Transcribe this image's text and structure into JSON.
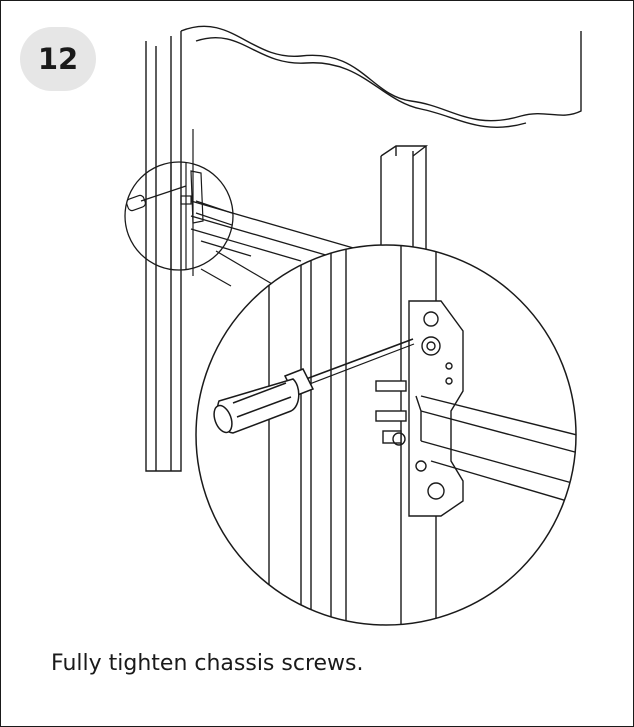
{
  "step": {
    "number": "12"
  },
  "caption": {
    "text": "Fully tighten chassis screws."
  },
  "illustration": {
    "subject": "chassis-screw-tightening",
    "icons": [
      "door-frame",
      "drawer-slide-chassis",
      "screwdriver-icon",
      "detail-magnifier-circle"
    ],
    "colors": {
      "line": "#1a1a1a",
      "badge_bg": "#e6e6e6",
      "background": "#ffffff"
    }
  }
}
